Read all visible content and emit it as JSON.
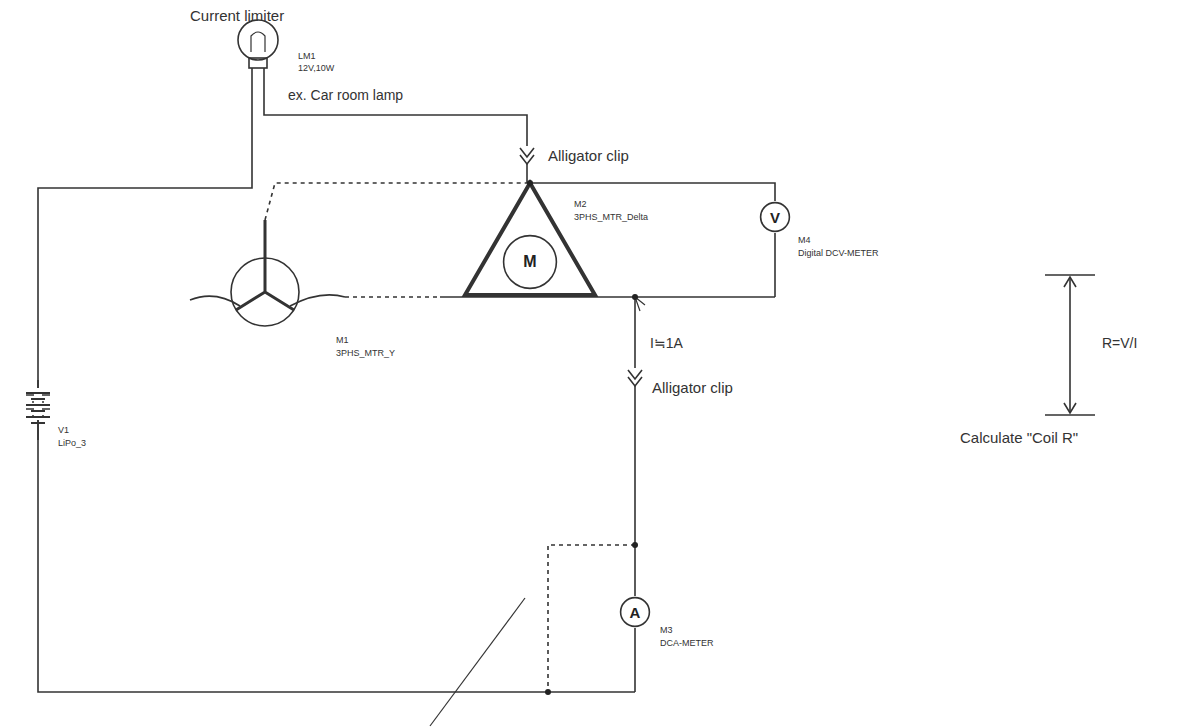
{
  "diagram": {
    "nodes": [
      {
        "text": [
          "M"
        ]
      },
      {
        "text": [
          "V"
        ]
      },
      {
        "text": [
          "A"
        ]
      }
    ],
    "labels": [
      "Current limiter",
      "LM1",
      "12V,10W",
      "ex. Car room lamp",
      "Alligator clip",
      "M2",
      "3PHS_MTR_Delta",
      "M4",
      "Digital DCV-METER",
      "R=V/I",
      "V1",
      "LiPo_3",
      "M1",
      "3PHS_MTR_Y",
      "I≒1A",
      "Calculate \"Coil R\"",
      "Alligator clip",
      "M3",
      "DCA-METER"
    ]
  }
}
